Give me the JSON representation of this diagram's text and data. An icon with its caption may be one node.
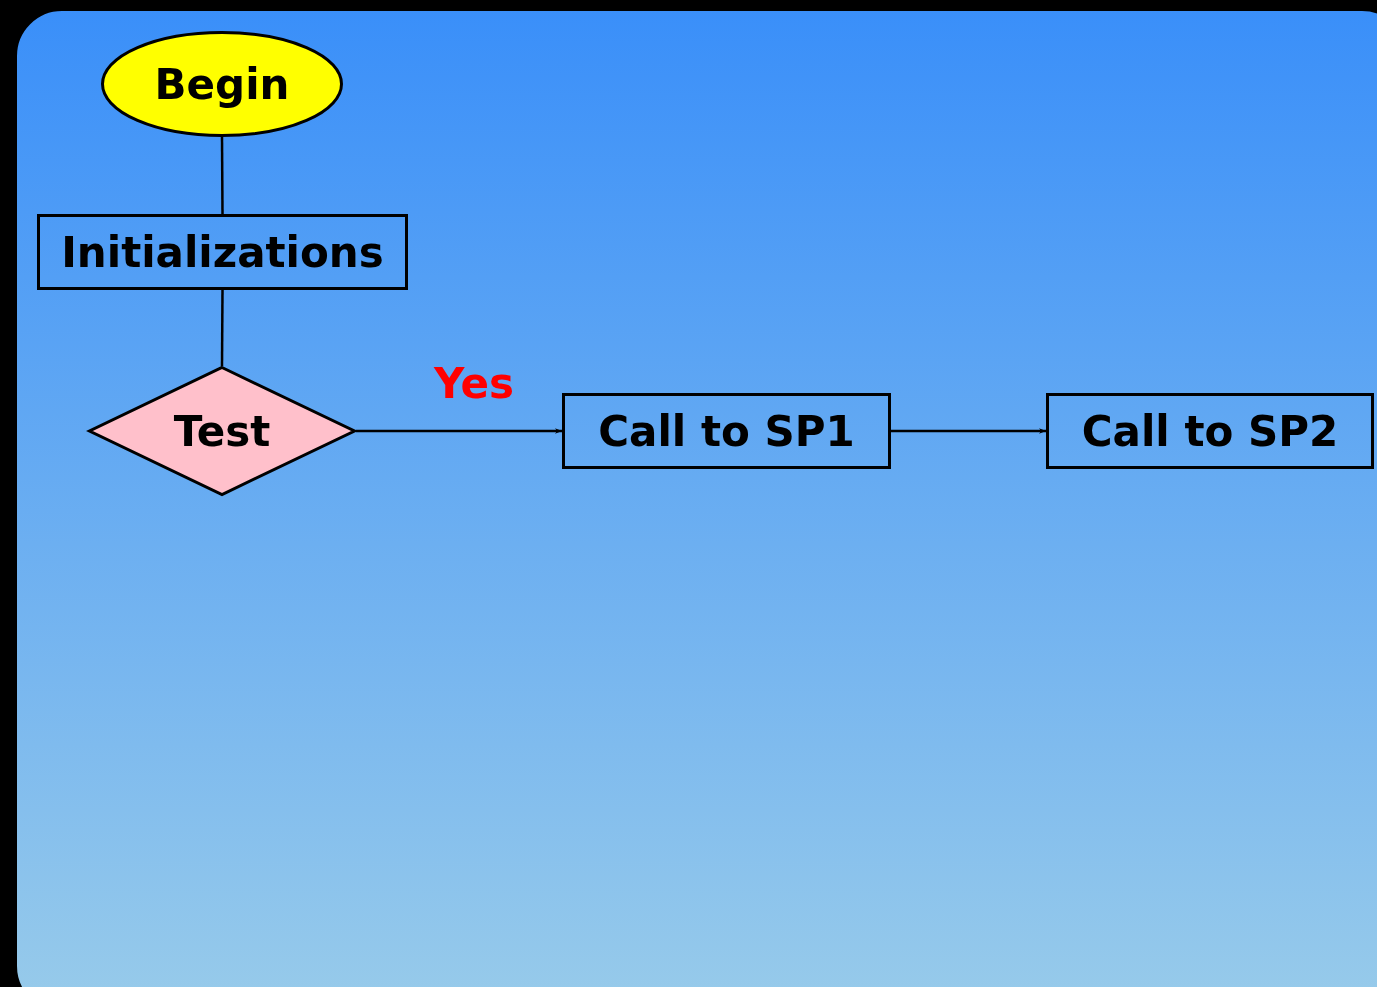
{
  "diagram": {
    "nodes": [
      {
        "text": [
          "Begin"
        ]
      },
      {
        "text": [
          "Initializations"
        ]
      },
      {
        "text": [
          "Test"
        ]
      },
      {
        "text": [
          "Call to SP1"
        ]
      },
      {
        "text": [
          "Call to SP2"
        ]
      }
    ],
    "edges": [
      {
        "from": 0,
        "to": 1,
        "arrow": "none"
      },
      {
        "from": 1,
        "to": 2,
        "arrow": "none"
      },
      {
        "from": 2,
        "to": 3,
        "arrow": "to",
        "label": "Yes"
      },
      {
        "from": 3,
        "to": 4,
        "arrow": "to"
      }
    ]
  }
}
